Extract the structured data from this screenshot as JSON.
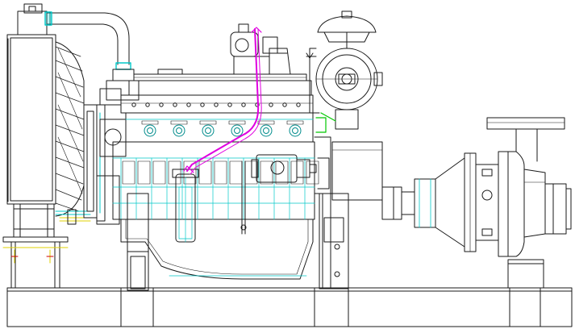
{
  "drawing": {
    "colors": {
      "line": "#1a1a1a",
      "cyan": "#00c8c8",
      "teal": "#008c8c",
      "magenta": "#e000e0",
      "green": "#00c800",
      "yellow": "#e0d000",
      "red": "#d00000"
    },
    "components": [
      "radiator",
      "fan",
      "air-pipe",
      "turbocharger",
      "exhaust-pipe",
      "air-filter",
      "alternator",
      "engine-block",
      "oil-filter",
      "starter-motor",
      "flywheel-housing",
      "coupling",
      "pump",
      "base-frame"
    ]
  }
}
